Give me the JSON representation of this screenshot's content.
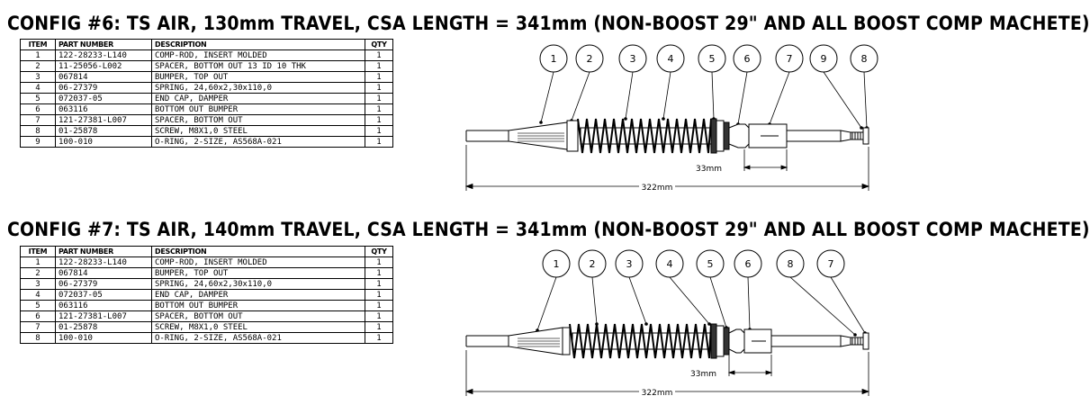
{
  "configs": [
    {
      "title": "CONFIG #6: TS AIR, 130mm TRAVEL, CSA LENGTH = 341mm (NON-BOOST 29\" AND ALL BOOST COMP MACHETE)",
      "headers": [
        "ITEM",
        "PART NUMBER",
        "DESCRIPTION",
        "QTY"
      ],
      "rows": [
        {
          "item": "1",
          "part": "122-28233-L140",
          "desc": "COMP-ROD, INSERT MOLDED",
          "qty": "1"
        },
        {
          "item": "2",
          "part": "11-25056-L002",
          "desc": "SPACER, BOTTOM OUT 13 ID 10 THK",
          "qty": "1"
        },
        {
          "item": "3",
          "part": "067814",
          "desc": "BUMPER, TOP OUT",
          "qty": "1"
        },
        {
          "item": "4",
          "part": "06-27379",
          "desc": "SPRING, 24,60x2,30x110,0",
          "qty": "1"
        },
        {
          "item": "5",
          "part": "072037-05",
          "desc": "END CAP, DAMPER",
          "qty": "1"
        },
        {
          "item": "6",
          "part": "063116",
          "desc": "BOTTOM OUT BUMPER",
          "qty": "1"
        },
        {
          "item": "7",
          "part": "121-27381-L007",
          "desc": "SPACER, BOTTOM OUT",
          "qty": "1"
        },
        {
          "item": "8",
          "part": "01-25878",
          "desc": "SCREW, M8X1,0 STEEL",
          "qty": "1"
        },
        {
          "item": "9",
          "part": "100-010",
          "desc": "O-RING, 2-SIZE, AS568A-021",
          "qty": "1"
        }
      ],
      "balloons": [
        "1",
        "2",
        "3",
        "4",
        "5",
        "6",
        "7",
        "9",
        "8"
      ],
      "dim_short": "33mm",
      "dim_long": "322mm"
    },
    {
      "title": "CONFIG #7: TS AIR, 140mm TRAVEL, CSA LENGTH = 341mm (NON-BOOST 29\" AND ALL BOOST COMP MACHETE)",
      "headers": [
        "ITEM",
        "PART NUMBER",
        "DESCRIPTION",
        "QTY"
      ],
      "rows": [
        {
          "item": "1",
          "part": "122-28233-L140",
          "desc": "COMP-ROD, INSERT MOLDED",
          "qty": "1"
        },
        {
          "item": "2",
          "part": "067814",
          "desc": "BUMPER, TOP OUT",
          "qty": "1"
        },
        {
          "item": "3",
          "part": "06-27379",
          "desc": "SPRING, 24,60x2,30x110,0",
          "qty": "1"
        },
        {
          "item": "4",
          "part": "072037-05",
          "desc": "END CAP, DAMPER",
          "qty": "1"
        },
        {
          "item": "5",
          "part": "063116",
          "desc": "BOTTOM OUT BUMPER",
          "qty": "1"
        },
        {
          "item": "6",
          "part": "121-27381-L007",
          "desc": "SPACER, BOTTOM OUT",
          "qty": "1"
        },
        {
          "item": "7",
          "part": "01-25878",
          "desc": "SCREW, M8X1,0 STEEL",
          "qty": "1"
        },
        {
          "item": "8",
          "part": "100-010",
          "desc": "O-RING, 2-SIZE, AS568A-021",
          "qty": "1"
        }
      ],
      "balloons": [
        "1",
        "2",
        "3",
        "4",
        "5",
        "6",
        "8",
        "7"
      ],
      "dim_short": "33mm",
      "dim_long": "322mm"
    }
  ]
}
